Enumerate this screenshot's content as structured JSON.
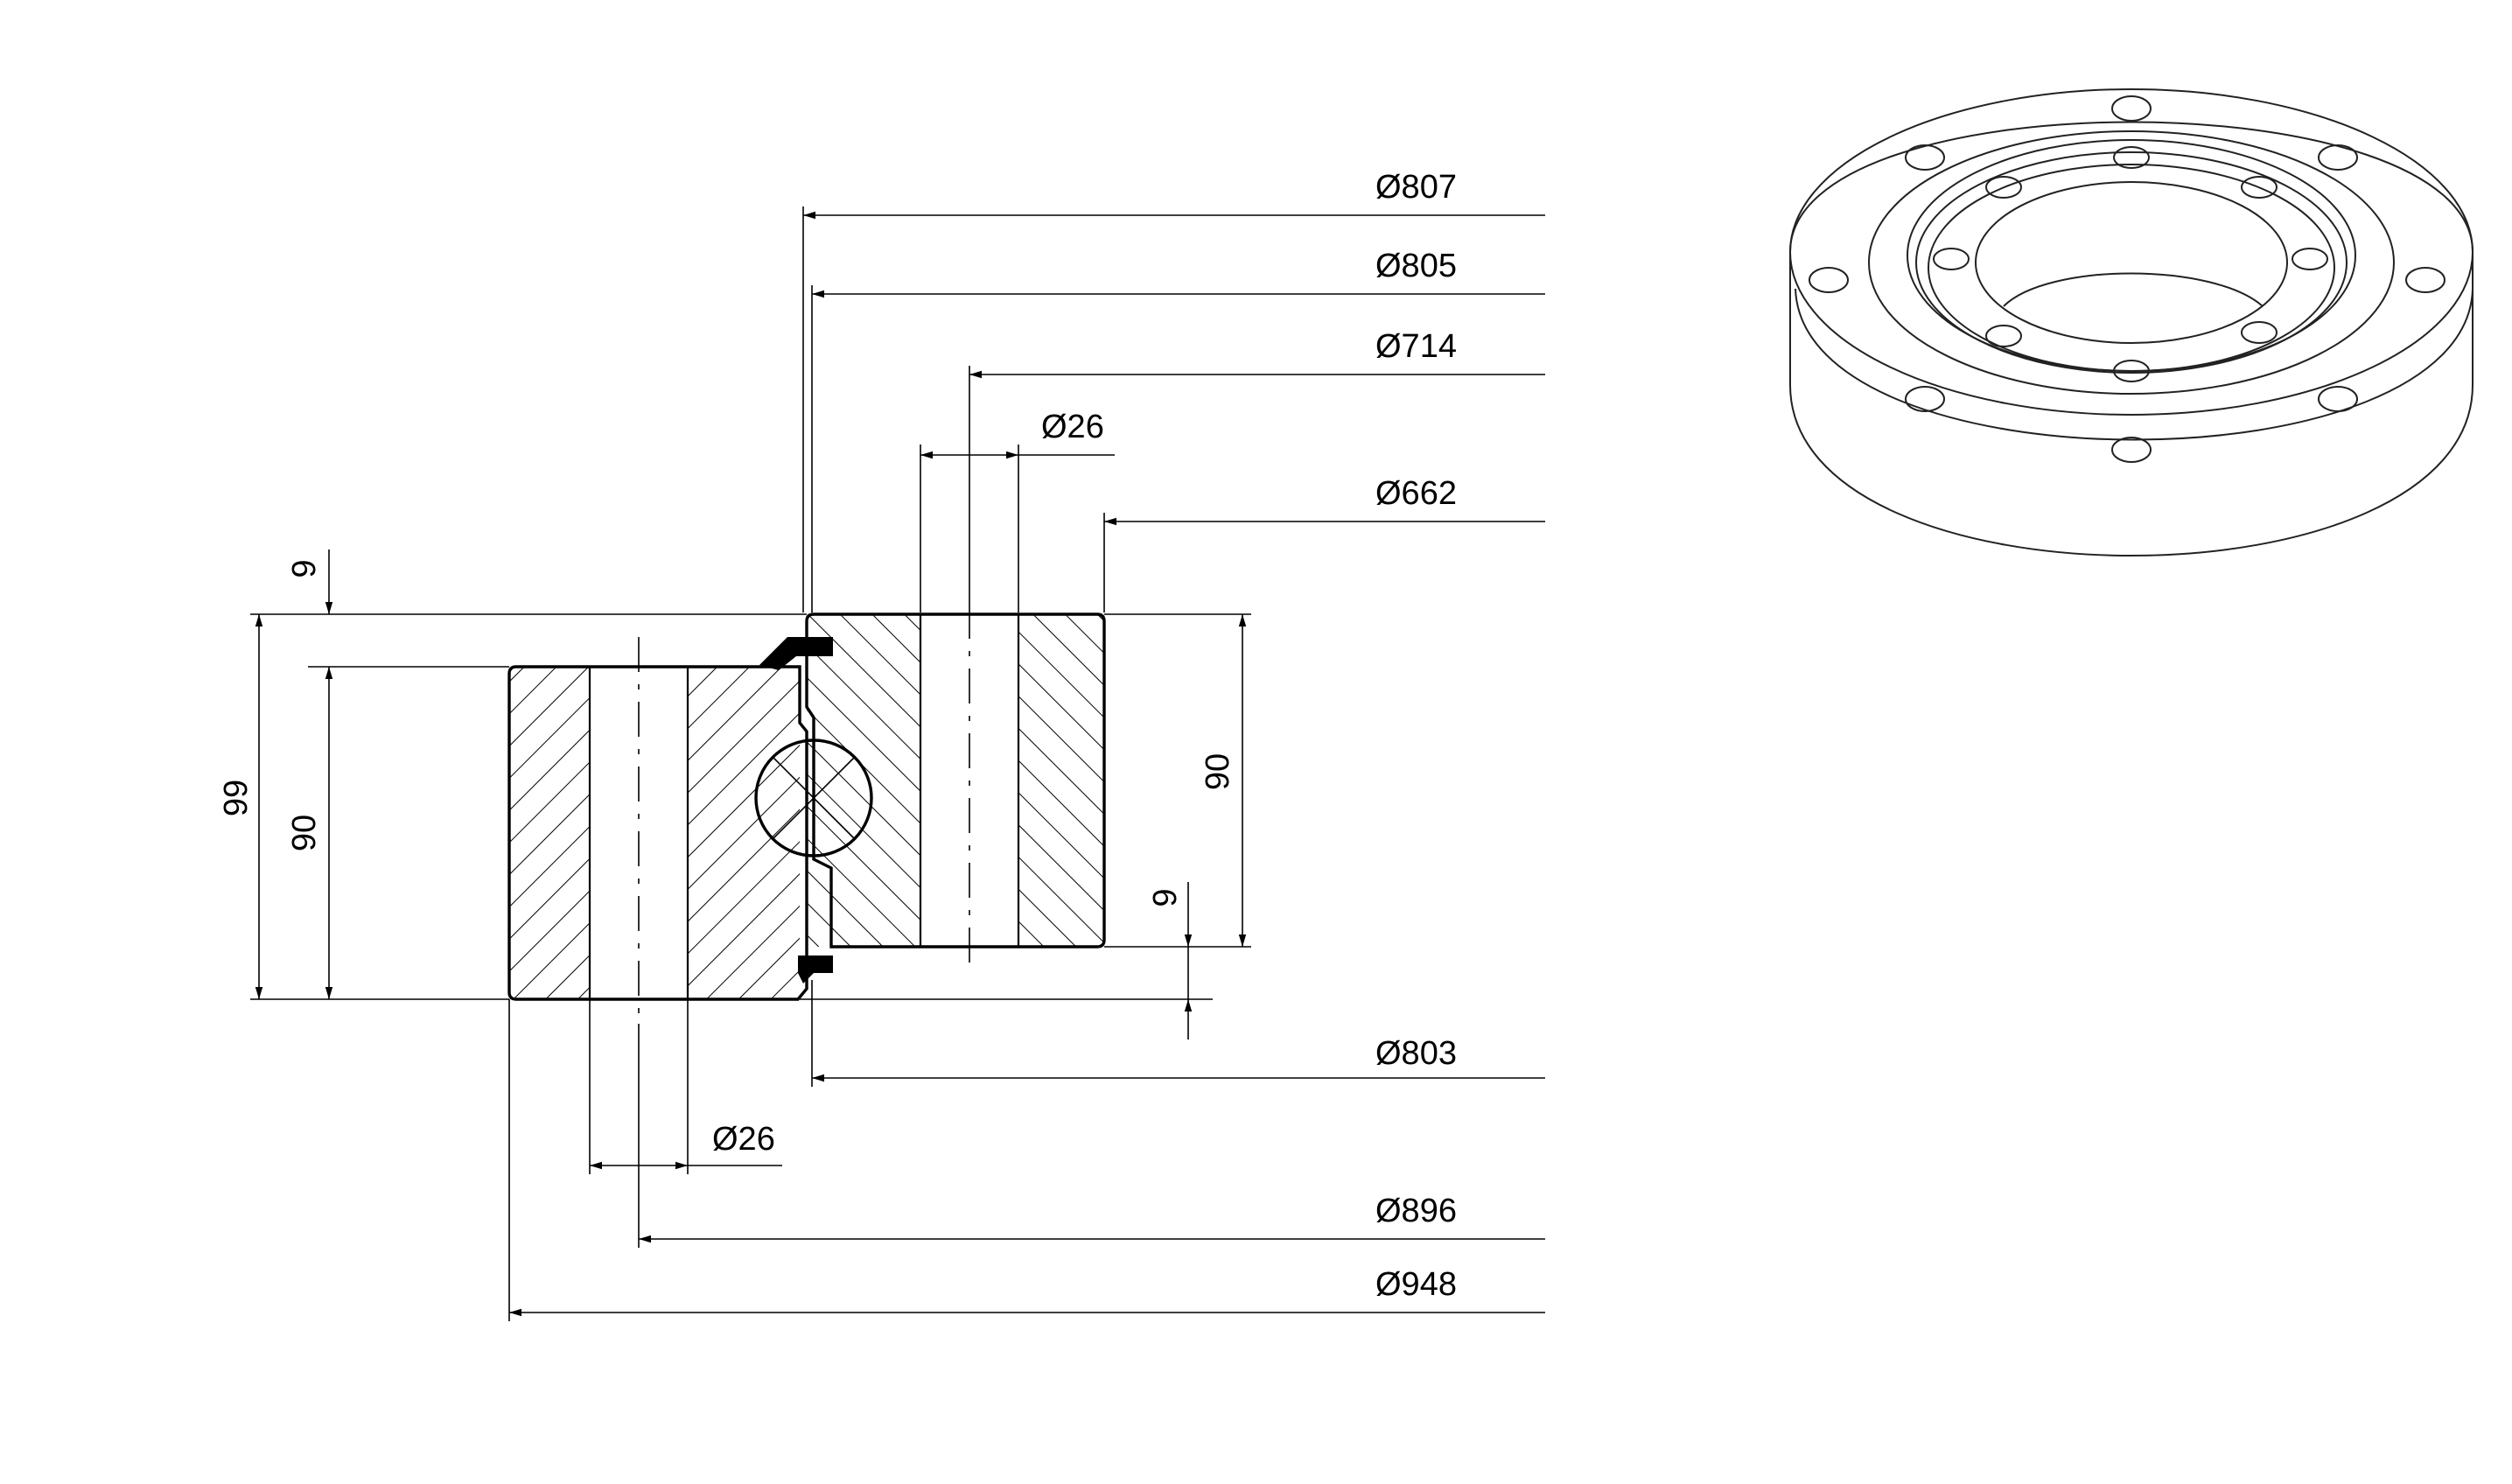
{
  "dimensions": {
    "d807": "Ø807",
    "d805": "Ø805",
    "d714": "Ø714",
    "hole_top": "Ø26",
    "d662": "Ø662",
    "d803": "Ø803",
    "hole_bottom": "Ø26",
    "d896": "Ø896",
    "d948": "Ø948",
    "height_total": "99",
    "height_outer": "90",
    "height_inner": "90",
    "gap_top": "9",
    "gap_bottom": "9"
  }
}
